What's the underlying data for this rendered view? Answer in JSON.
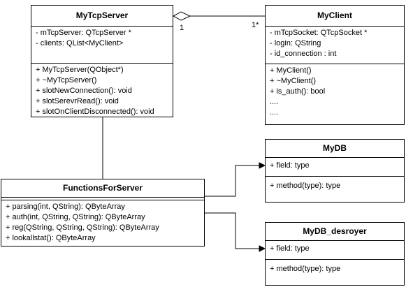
{
  "classes": {
    "mytcpserver": {
      "name": "MyTcpServer",
      "attributes": [
        "- mTcpServer: QTcpServer *",
        "- clients: QList<MyClient>"
      ],
      "methods": [
        "+ MyTcpServer(QObject*)",
        "+ ~MyTcpServer()",
        "+ slotNewConnection(): void",
        "+ slotSerevrRead(): void",
        "+ slotOnClientDisconnected(): void"
      ]
    },
    "myclient": {
      "name": "MyClient",
      "attributes": [
        "- mTcpSocket: QTcpSocket *",
        "- login:  QString",
        "- id_connection : int"
      ],
      "methods": [
        "+ MyClient()",
        "+ ~MyClient()",
        "+ is_auth(): bool",
        "....",
        "...."
      ]
    },
    "functionsforserver": {
      "name": "FunctionsForServer",
      "attributes": [],
      "methods": [
        "+ parsing(int, QString): QByteArray",
        "+ auth(int, QString, QString): QByteArray",
        "+ reg(QString, QString, QString): QByteArray",
        "+ lookallstat(): QByteArray"
      ]
    },
    "mydb": {
      "name": "MyDB",
      "attributes": [
        "+ field: type"
      ],
      "methods": [
        "+ method(type): type"
      ]
    },
    "mydb_desroyer": {
      "name": "MyDB_desroyer",
      "attributes": [
        "+ field: type"
      ],
      "methods": [
        "+ method(type): type"
      ]
    }
  },
  "multiplicities": {
    "server_end": "1",
    "client_end": "1*"
  }
}
